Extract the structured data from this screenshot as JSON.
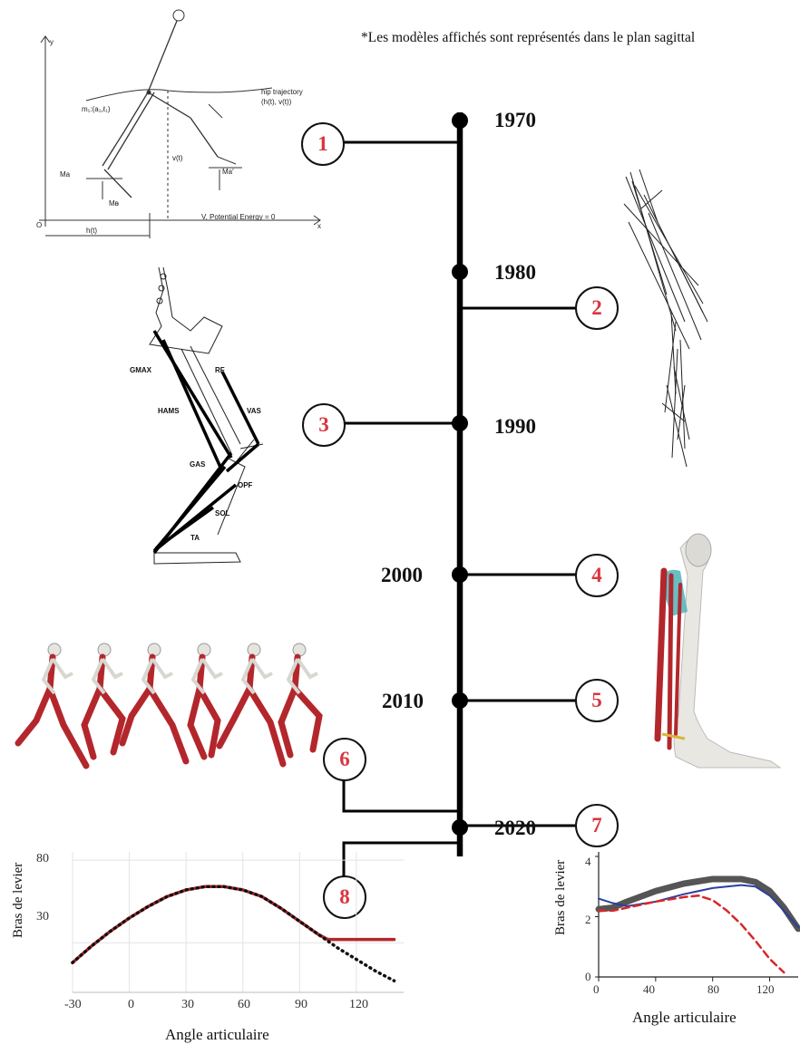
{
  "note": "*Les modèles affichés sont représentés dans le plan sagittal",
  "timeline": {
    "years": [
      "1970",
      "1980",
      "1990",
      "2000",
      "2010",
      "2020"
    ],
    "models": [
      "1",
      "2",
      "3",
      "4",
      "5",
      "6",
      "7",
      "8"
    ]
  },
  "figure1_labels": [
    "y",
    "m₁:(a₁,ℓ₁)",
    "hip trajectory",
    "(h(t), v(t))",
    "v(t)",
    "h(t)",
    "V, Potential Energy = 0",
    "x",
    "O",
    "Mᴃ",
    "Ma",
    "Ma′"
  ],
  "figure3_labels": [
    "GMAX",
    "RF",
    "HAMS",
    "VAS",
    "GAS",
    "OPF",
    "SOL",
    "TA"
  ],
  "colors": {
    "badge_text": "#d9363e",
    "muscle_red": "#b3272c",
    "bone": "#e9e7e2",
    "quad_teal": "#4fb3b8"
  },
  "chart_data": [
    {
      "type": "line",
      "xlabel": "Angle articulaire",
      "ylabel": "Bras de levier",
      "x_ticks": [
        "-30",
        "0",
        "30",
        "60",
        "90",
        "120"
      ],
      "y_ticks": [
        "80",
        "30"
      ],
      "xlim": [
        -30,
        145
      ],
      "ylim": [
        0,
        85
      ],
      "series": [
        {
          "style": "red-solid",
          "color": "#b3272c",
          "x": [
            -30,
            -20,
            -10,
            0,
            10,
            20,
            30,
            40,
            50,
            60,
            70,
            80,
            90,
            100,
            105,
            120,
            140
          ],
          "y": [
            18,
            28,
            37,
            45,
            52,
            58,
            62,
            64,
            64,
            62,
            58,
            51,
            43,
            35,
            32,
            32,
            32
          ]
        },
        {
          "style": "black-dotted",
          "color": "#111111",
          "x": [
            -30,
            -20,
            -10,
            0,
            10,
            20,
            30,
            40,
            50,
            60,
            70,
            80,
            90,
            100,
            110,
            120,
            130,
            140
          ],
          "y": [
            18,
            28,
            37,
            45,
            52,
            58,
            62,
            64,
            64,
            62,
            58,
            51,
            43,
            35,
            27,
            20,
            13,
            7
          ]
        }
      ]
    },
    {
      "type": "line",
      "xlabel": "Angle articulaire",
      "ylabel": "Bras de levier",
      "x_ticks": [
        "0",
        "40",
        "80",
        "120"
      ],
      "y_ticks": [
        "4",
        "2",
        "0"
      ],
      "xlim": [
        0,
        140
      ],
      "ylim": [
        0,
        4
      ],
      "series": [
        {
          "style": "gray-thick",
          "color": "#555555",
          "x": [
            0,
            10,
            20,
            40,
            60,
            80,
            100,
            110,
            120,
            130,
            140
          ],
          "y": [
            2.25,
            2.3,
            2.5,
            2.85,
            3.1,
            3.25,
            3.25,
            3.15,
            2.85,
            2.3,
            1.6
          ]
        },
        {
          "style": "blue",
          "color": "#2c3f9e",
          "x": [
            0,
            10,
            20,
            40,
            60,
            80,
            100,
            110,
            120,
            130,
            140
          ],
          "y": [
            2.6,
            2.45,
            2.35,
            2.5,
            2.75,
            2.95,
            3.05,
            3.0,
            2.7,
            2.2,
            1.65
          ]
        },
        {
          "style": "red-dashed",
          "color": "#d62828",
          "x": [
            0,
            10,
            20,
            40,
            60,
            70,
            80,
            90,
            100,
            110,
            120,
            130
          ],
          "y": [
            2.2,
            2.2,
            2.3,
            2.5,
            2.65,
            2.7,
            2.55,
            2.2,
            1.75,
            1.2,
            0.6,
            0.15
          ]
        }
      ]
    }
  ]
}
